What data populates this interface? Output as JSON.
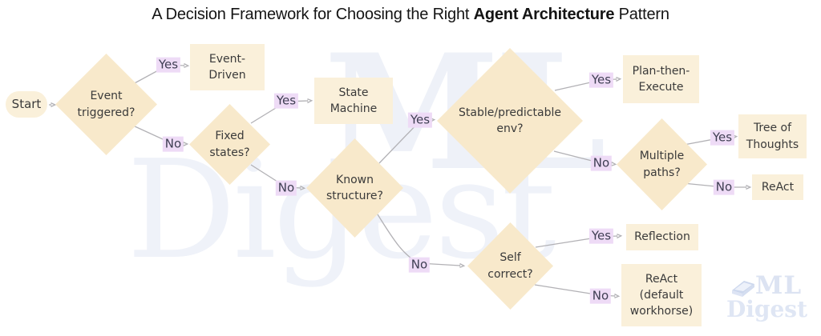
{
  "title": {
    "prefix": "A Decision Framework for Choosing the Right ",
    "bold": "Agent Architecture",
    "suffix": " Pattern"
  },
  "flowchart": {
    "nodes": [
      {
        "id": "start",
        "type": "terminal",
        "label": "Start"
      },
      {
        "id": "q-event-triggered",
        "type": "decision",
        "label": "Event\ntriggered?"
      },
      {
        "id": "outcome-event-driven",
        "type": "outcome",
        "label": "Event-\nDriven"
      },
      {
        "id": "q-fixed-states",
        "type": "decision",
        "label": "Fixed\nstates?"
      },
      {
        "id": "outcome-state-machine",
        "type": "outcome",
        "label": "State\nMachine"
      },
      {
        "id": "q-known-structure",
        "type": "decision",
        "label": "Known\nstructure?"
      },
      {
        "id": "q-stable-env",
        "type": "decision",
        "label": "Stable/predictable\nenv?"
      },
      {
        "id": "outcome-plan-then-execute",
        "type": "outcome",
        "label": "Plan-then-\nExecute"
      },
      {
        "id": "q-multiple-paths",
        "type": "decision",
        "label": "Multiple\npaths?"
      },
      {
        "id": "outcome-tree-of-thoughts",
        "type": "outcome",
        "label": "Tree of\nThoughts"
      },
      {
        "id": "outcome-react",
        "type": "outcome",
        "label": "ReAct"
      },
      {
        "id": "q-self-correct",
        "type": "decision",
        "label": "Self\ncorrect?"
      },
      {
        "id": "outcome-reflection",
        "type": "outcome",
        "label": "Reflection"
      },
      {
        "id": "outcome-react-default",
        "type": "outcome",
        "label": "ReAct\n(default\nworkhorse)"
      }
    ],
    "edges": [
      {
        "from": "start",
        "to": "q-event-triggered",
        "label": ""
      },
      {
        "from": "q-event-triggered",
        "to": "outcome-event-driven",
        "label": "Yes"
      },
      {
        "from": "q-event-triggered",
        "to": "q-fixed-states",
        "label": "No"
      },
      {
        "from": "q-fixed-states",
        "to": "outcome-state-machine",
        "label": "Yes"
      },
      {
        "from": "q-fixed-states",
        "to": "q-known-structure",
        "label": "No"
      },
      {
        "from": "q-known-structure",
        "to": "q-stable-env",
        "label": "Yes"
      },
      {
        "from": "q-known-structure",
        "to": "q-self-correct",
        "label": "No"
      },
      {
        "from": "q-stable-env",
        "to": "outcome-plan-then-execute",
        "label": "Yes"
      },
      {
        "from": "q-stable-env",
        "to": "q-multiple-paths",
        "label": "No"
      },
      {
        "from": "q-multiple-paths",
        "to": "outcome-tree-of-thoughts",
        "label": "Yes"
      },
      {
        "from": "q-multiple-paths",
        "to": "outcome-react",
        "label": "No"
      },
      {
        "from": "q-self-correct",
        "to": "outcome-reflection",
        "label": "Yes"
      },
      {
        "from": "q-self-correct",
        "to": "outcome-react-default",
        "label": "No"
      }
    ]
  },
  "watermark": {
    "line1": "ML",
    "line2": "Digest"
  },
  "logo": {
    "line1": "ML",
    "line2": "Digest"
  },
  "colors": {
    "outcome_fill": "#faf0da",
    "decision_fill": "#f8e9cb",
    "label_chip_bg": "#eedbf6",
    "edge_stroke": "#b2b1b5",
    "node_text": "#3a3a3a",
    "watermark_blue": "#eef1f8",
    "logo_blue": "#dce3f2"
  }
}
